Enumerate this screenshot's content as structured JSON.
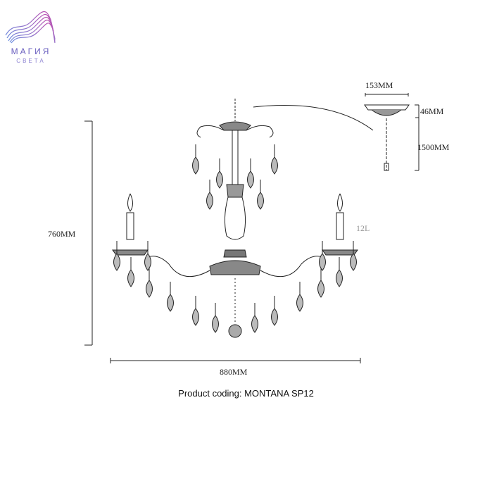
{
  "logo": {
    "line1": "МАГИЯ",
    "line2": "СВЕТА"
  },
  "dimensions": {
    "canopy_width": "153MM",
    "canopy_height": "46MM",
    "chain_length": "1500MM",
    "total_height": "760MM",
    "total_width": "880MM",
    "lamps": "12L"
  },
  "caption": "Product coding: MONTANA SP12",
  "colors": {
    "line": "#222222",
    "logo_start": "#6b8fe0",
    "logo_end": "#c04fb0"
  }
}
